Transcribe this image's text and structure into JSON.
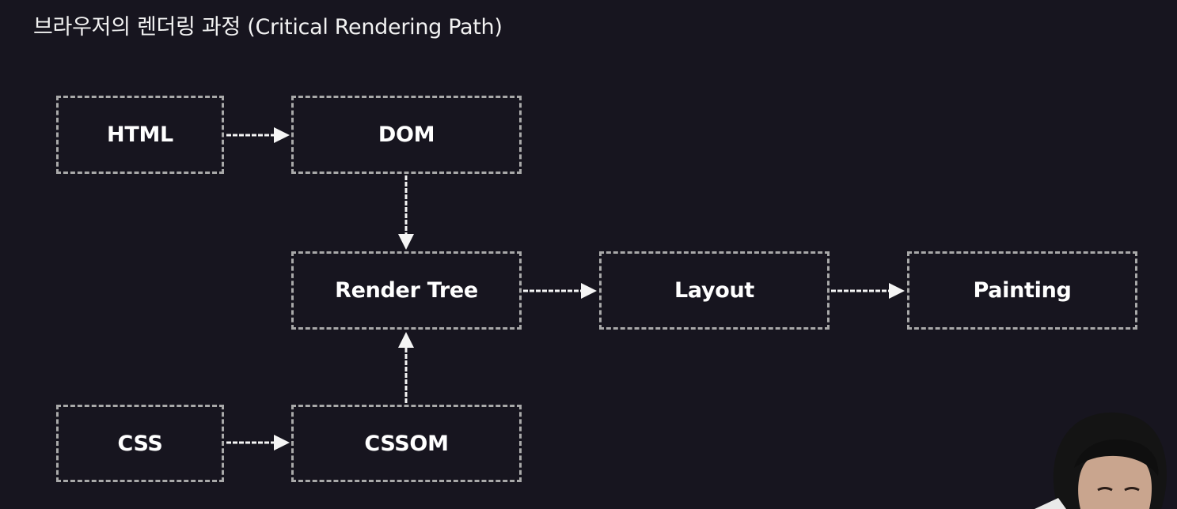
{
  "slide": {
    "title": "브라우저의 렌더링 과정 (Critical Rendering Path)"
  },
  "nodes": {
    "html": "HTML",
    "dom": "DOM",
    "render_tree": "Render Tree",
    "layout": "Layout",
    "painting": "Painting",
    "css": "CSS",
    "cssom": "CSSOM"
  },
  "edges": [
    {
      "from": "HTML",
      "to": "DOM"
    },
    {
      "from": "DOM",
      "to": "Render Tree"
    },
    {
      "from": "CSS",
      "to": "CSSOM"
    },
    {
      "from": "CSSOM",
      "to": "Render Tree"
    },
    {
      "from": "Render Tree",
      "to": "Layout"
    },
    {
      "from": "Layout",
      "to": "Painting"
    }
  ],
  "colors": {
    "background": "#17151f",
    "node_border": "#a9a9a9",
    "text": "#ffffff",
    "arrow": "#f5f5f5"
  }
}
